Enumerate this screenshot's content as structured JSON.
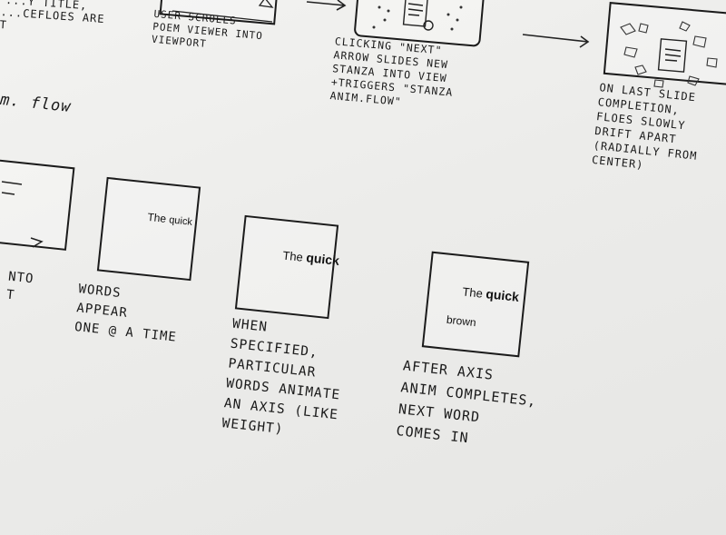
{
  "top_row": {
    "partial_note": "...CEFLOES ARE\nT",
    "partial_note_title": "...Y TITLE,",
    "step_scroll_caption": "USER SCROLLS\nPOEM VIEWER INTO\nVIEWPORT",
    "step_next_caption": "CLICKING \"NEXT\"\nARROW SLIDES NEW\nSTANZA INTO VIEW\n+TRIGGERS \"STANZA\nANIM.FLOW\"",
    "step_last_caption": "ON LAST SLIDE\nCOMPLETION,\nFLOES SLOWLY\nDRIFT APART\n(RADIALLY FROM\nCENTER)"
  },
  "section_label": "m. flow",
  "frames": [
    {
      "id": "frame-0",
      "text_plain": "",
      "text_bold": "",
      "text_line2": ""
    },
    {
      "id": "frame-1",
      "text_plain": "The ",
      "text_bold": "quick",
      "text_line2": ""
    },
    {
      "id": "frame-2",
      "text_plain": "The ",
      "text_bold": "quick",
      "text_line2": ""
    },
    {
      "id": "frame-3",
      "text_plain": "The ",
      "text_bold": "quick",
      "text_line2": "brown"
    }
  ],
  "captions": {
    "frame0": "NTO\nT",
    "frame1": "WORDS\nAPPEAR\nONE @ A TIME",
    "frame2": "WHEN\nSPECIFIED,\nPARTICULAR\nWORDS ANIMATE\nAN AXIS (LIKE\nWEIGHT)",
    "frame3": "AFTER AXIS\nANIM COMPLETES,\nNEXT WORD\nCOMES IN"
  },
  "icons": {
    "arrow": "arrow-right-icon",
    "document": "document-icon"
  }
}
